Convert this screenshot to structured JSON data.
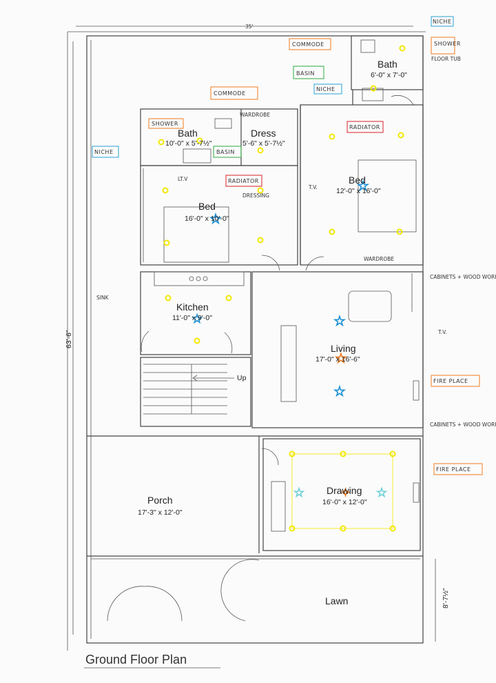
{
  "plan": {
    "title": "Ground Floor Plan",
    "overall_width": "35'",
    "overall_depth": "63'-6\"",
    "lawn_depth": "8'-7½\""
  },
  "rooms": {
    "bath_top": {
      "name": "Bath",
      "dim": "6'-0\" x 7'-0\""
    },
    "bath_left": {
      "name": "Bath",
      "dim": "10'-0\" x 5'-7½\""
    },
    "dress": {
      "name": "Dress",
      "dim": "5'-6\" x 5'-7½\""
    },
    "bed_left": {
      "name": "Bed",
      "dim": "16'-0\" x 10'-0\""
    },
    "bed_right": {
      "name": "Bed",
      "dim": "12'-0\" x 16'-0\""
    },
    "kitchen": {
      "name": "Kitchen",
      "dim": "11'-0\" x 9'-0\""
    },
    "living": {
      "name": "Living",
      "dim": "17'-0\" x 16'-6\""
    },
    "porch": {
      "name": "Porch",
      "dim": "17'-3\" x 12'-0\""
    },
    "drawing": {
      "name": "Drawing",
      "dim": "16'-0\" x 12'-0\""
    },
    "lawn": {
      "name": "Lawn"
    },
    "stairs": {
      "label": "Up"
    }
  },
  "notes": {
    "niche_top": "NICHE",
    "commode_top": "COMMODE",
    "shower_top": "SHOWER",
    "floor_tub": "FLOOR TUB",
    "basin_top": "BASIN",
    "niche_mid": "NICHE",
    "commode_left": "COMMODE",
    "wardrobe_top": "WARDROBE",
    "radiator_right": "RADIATOR",
    "shower_left": "SHOWER",
    "niche_left": "NICHE",
    "basin_left": "BASIN",
    "lt_v": "LT.V",
    "radiator_left": "RADIATOR",
    "dressing": "DRESSING",
    "tv_right": "T.V.",
    "wardrobe_bottom": "WARDROBE",
    "sink": "SINK",
    "cabinets_1": "CABINETS + WOOD WORK.",
    "tv_living": "T.V.",
    "fire_place_1": "FIRE PLACE",
    "cabinets_2": "CABINETS + WOOD WORK.",
    "fire_place_2": "FIRE PLACE"
  },
  "colors": {
    "walls": "#444444",
    "lamp": "#f2e800",
    "note_orange": "#f07b1c",
    "note_green": "#2eaa3c",
    "note_blue": "#2aa0d6",
    "note_red": "#d81f26",
    "star_blue": "#1a8fd6",
    "star_light": "#6ecfd8",
    "star_orange": "#f07b1c"
  }
}
